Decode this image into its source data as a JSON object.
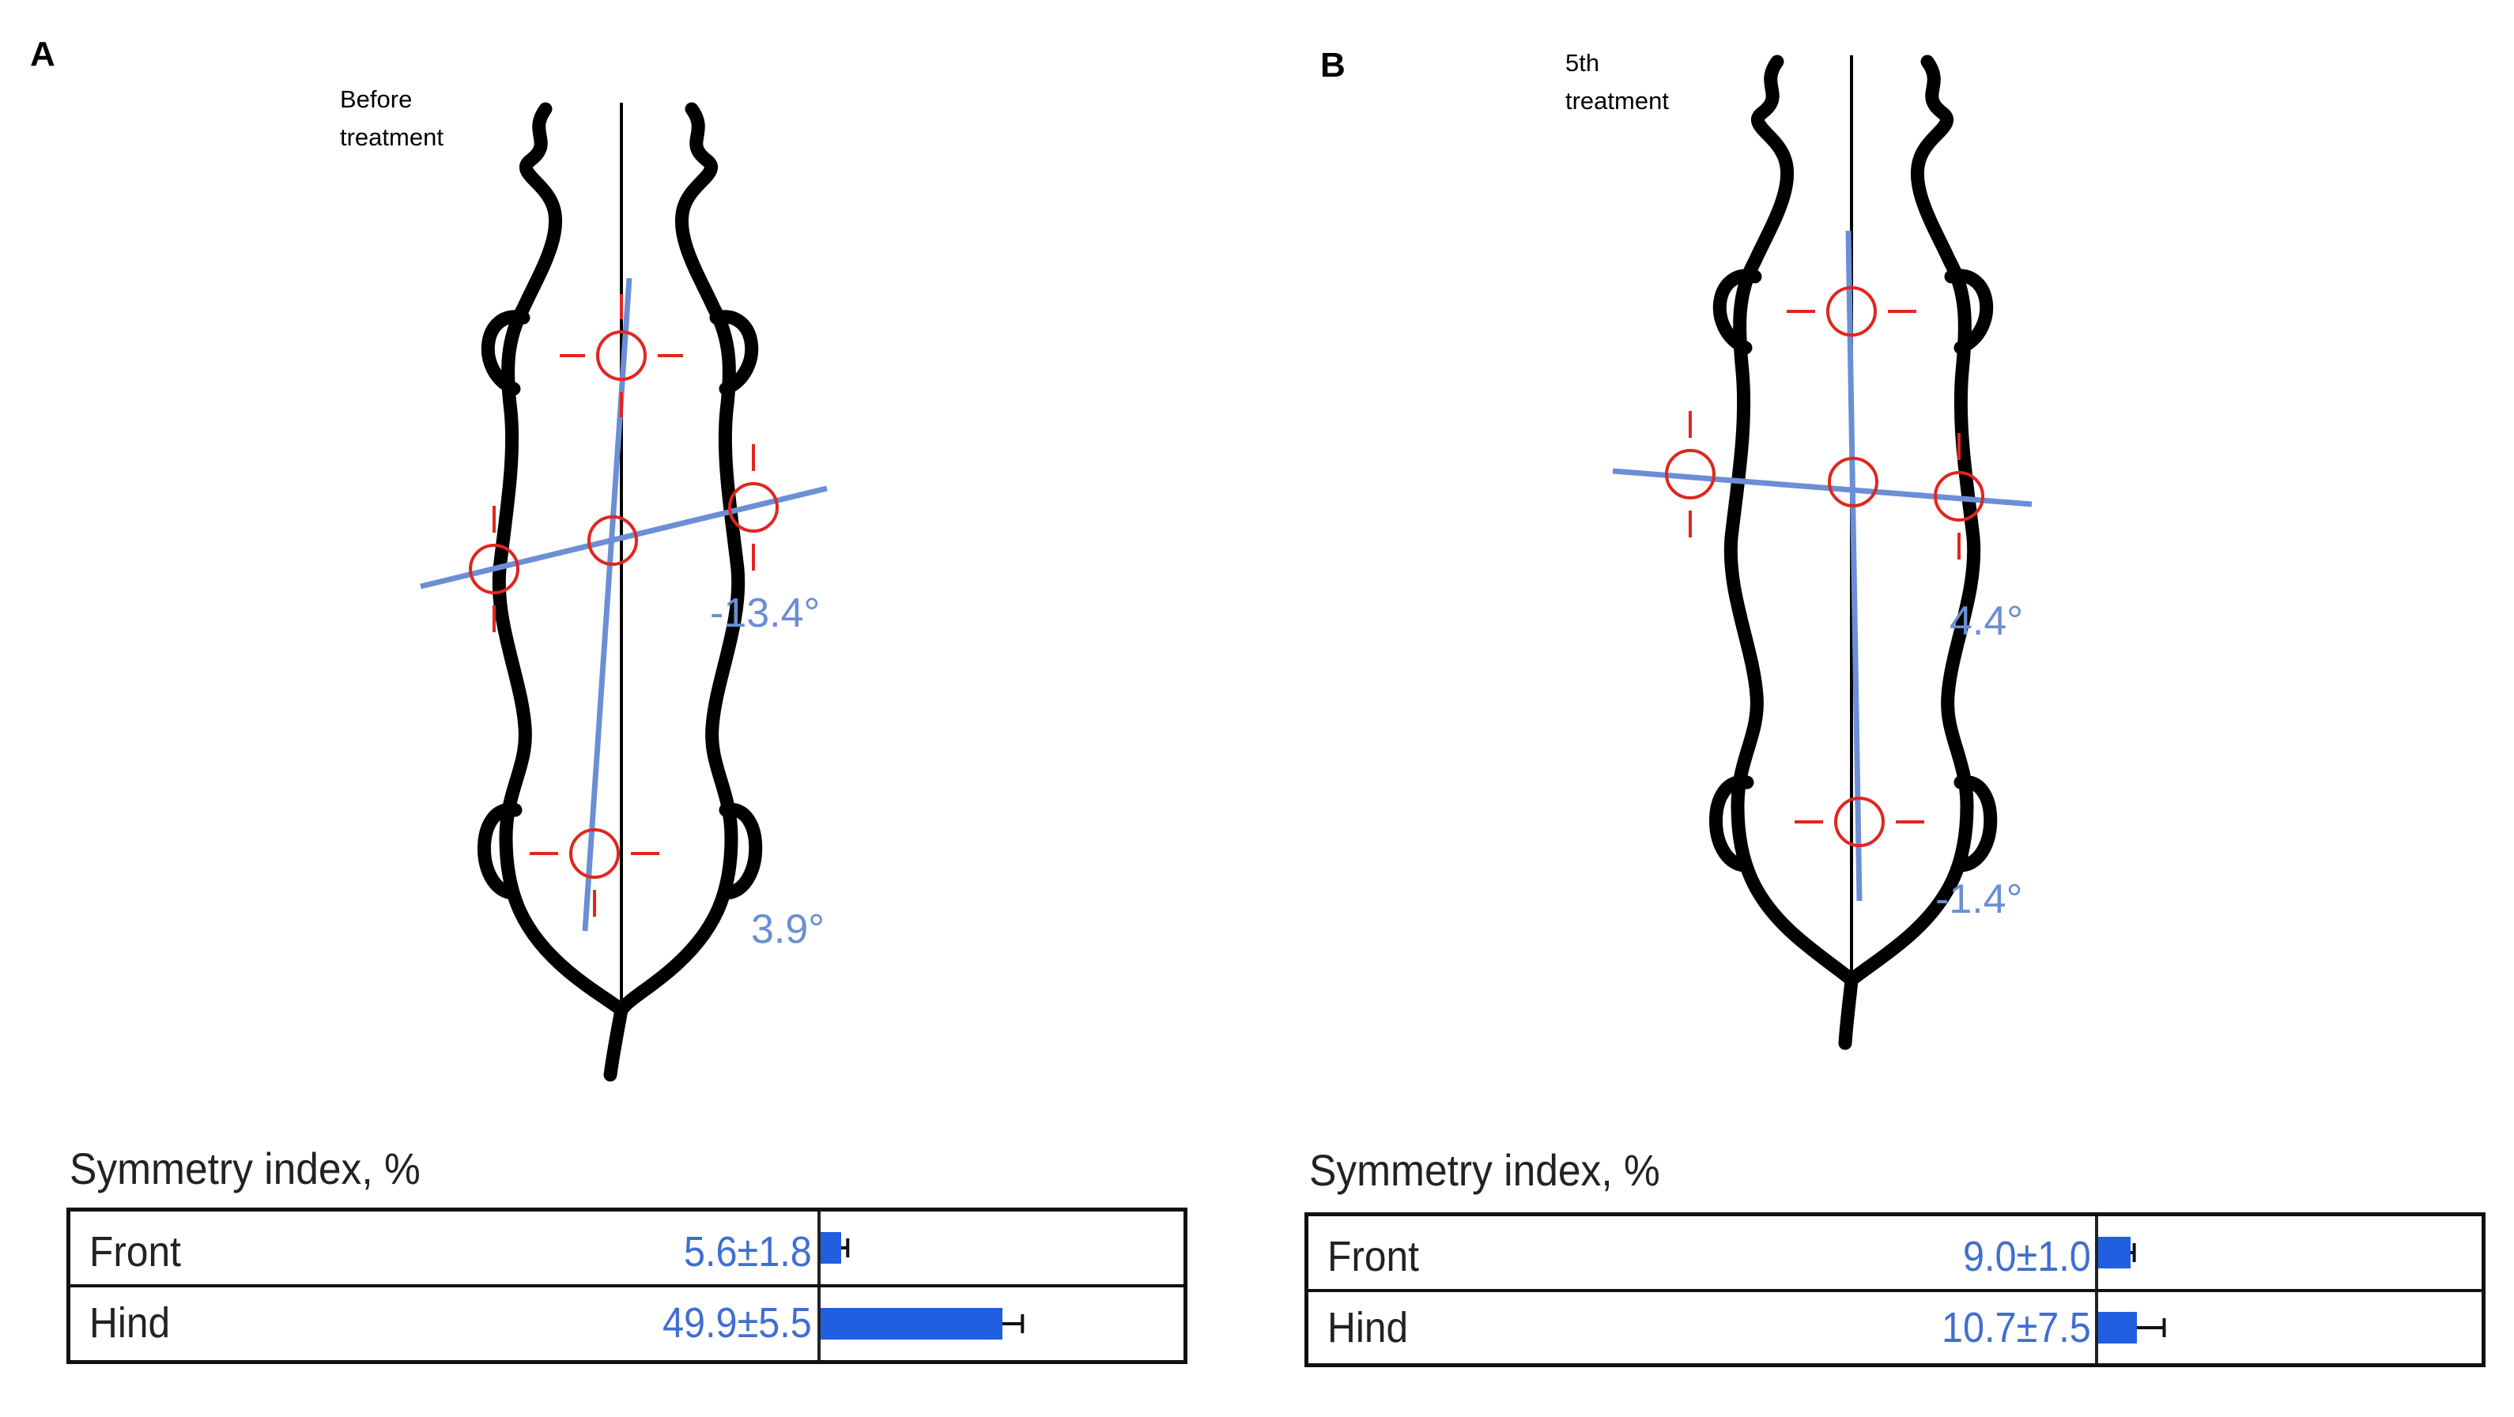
{
  "panels": [
    {
      "letter": "A",
      "label_line1": "Before",
      "label_line2": "treatment",
      "angle_upper": "-13.4°",
      "angle_lower": "3.9°",
      "si_title": "Symmetry index, %",
      "rows": [
        {
          "name": "Front",
          "value": "5.6±1.8",
          "mean": 5.6,
          "sd": 1.8
        },
        {
          "name": "Hind",
          "value": "49.9±5.5",
          "mean": 49.9,
          "sd": 5.5
        }
      ]
    },
    {
      "letter": "B",
      "label_line1": "5th",
      "label_line2": "treatment",
      "angle_upper": "4.4°",
      "angle_lower": "-1.4°",
      "si_title": "Symmetry index, %",
      "rows": [
        {
          "name": "Front",
          "value": "9.0±1.0",
          "mean": 9.0,
          "sd": 1.0
        },
        {
          "name": "Hind",
          "value": "10.7±7.5",
          "mean": 10.7,
          "sd": 7.5
        }
      ]
    }
  ],
  "colors": {
    "outline": "#000000",
    "axis_line": "#6b8fd6",
    "target_marker": "#e0261f",
    "bar": "#1f5fe0",
    "value_text": "#3f6fd0"
  },
  "icons": [
    "rat-body-outline-icon",
    "crosshair-target-icon"
  ]
}
